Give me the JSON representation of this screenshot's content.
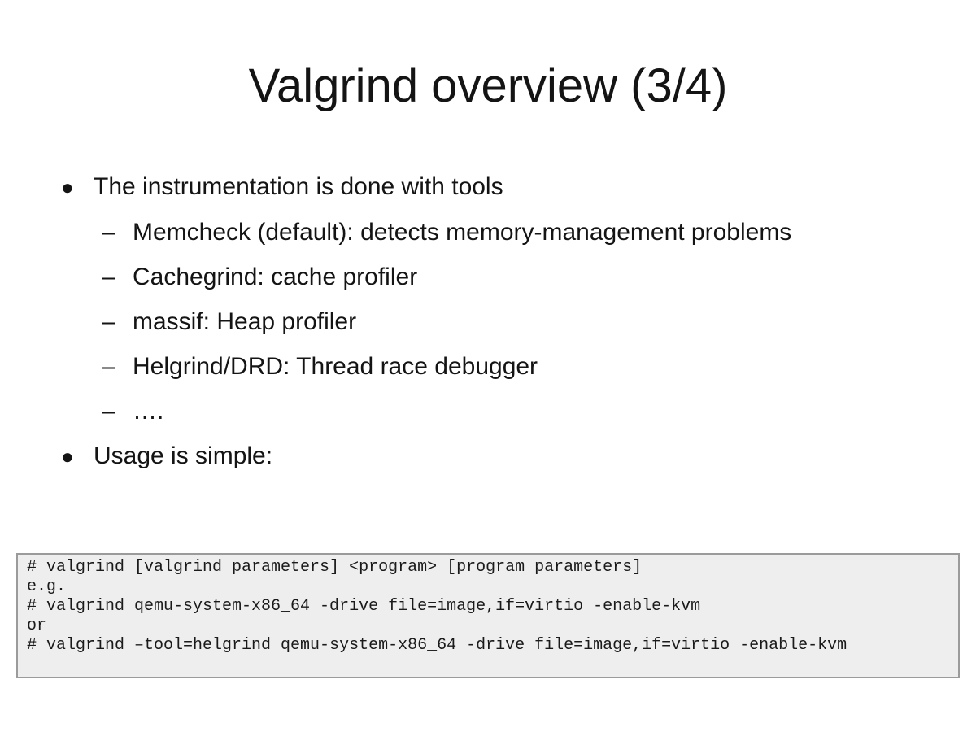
{
  "slide": {
    "title": "Valgrind overview (3/4)",
    "bullets": [
      {
        "level": 1,
        "marker": "●",
        "text": "The instrumentation is done with tools"
      },
      {
        "level": 2,
        "marker": "–",
        "text": "Memcheck (default): detects memory-management problems"
      },
      {
        "level": 2,
        "marker": "–",
        "text": "Cachegrind: cache profiler"
      },
      {
        "level": 2,
        "marker": "–",
        "text": "massif: Heap profiler"
      },
      {
        "level": 2,
        "marker": "–",
        "text": "Helgrind/DRD: Thread race debugger"
      },
      {
        "level": 2,
        "marker": "–",
        "text": "…."
      },
      {
        "level": 1,
        "marker": "●",
        "text": "Usage is simple:"
      }
    ],
    "code": {
      "background_color": "#eeeeee",
      "border_color": "#9b9b9b",
      "lines": [
        "# valgrind [valgrind parameters] <program> [program parameters]",
        "e.g.",
        "# valgrind qemu-system-x86_64 -drive file=image,if=virtio -enable-kvm",
        "or",
        "# valgrind –tool=helgrind qemu-system-x86_64 -drive file=image,if=virtio -enable-kvm"
      ]
    }
  }
}
